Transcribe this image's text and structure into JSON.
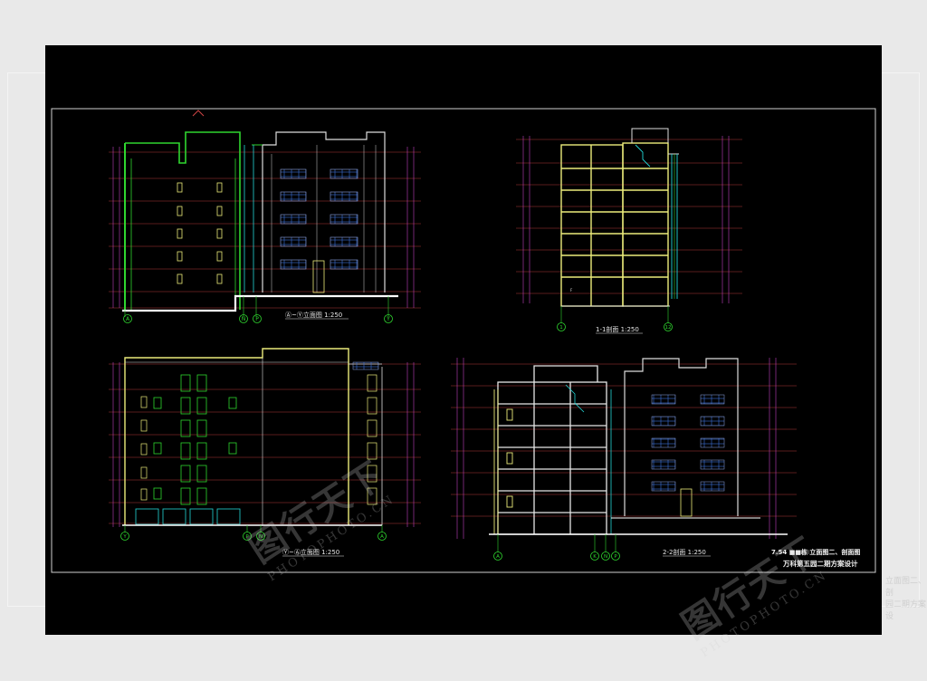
{
  "drawings": [
    {
      "title": "Ⓐ~Ⓨ立面图 1:250",
      "axis_labels": [
        "A",
        "N",
        "P",
        "Y"
      ]
    },
    {
      "title": "1-1剖面 1:250",
      "axis_labels": [
        "1",
        "12"
      ]
    },
    {
      "title": "Ⓨ~Ⓐ立面图 1:250",
      "axis_labels": [
        "Y",
        "P",
        "N",
        "A"
      ]
    },
    {
      "title": "2-2剖面 1:250",
      "axis_labels": [
        "A",
        "K",
        "N",
        "P"
      ]
    }
  ],
  "title_block": {
    "line1": "7.54  ■■栋  立面图二、剖面图",
    "line2": "万科第五园二期方案设计"
  },
  "ghost_text": [
    "立面图二、剖",
    "园二期方案设"
  ],
  "watermark": {
    "logo": "图行天下",
    "url": "PHOTOPHOTO.CN"
  },
  "colors": {
    "background": "#000000",
    "page": "#e9e9e9",
    "frame": "#cfcfcf",
    "green": "#2fd62f",
    "yellow": "#ecec7a",
    "cyan": "#22d8d8",
    "red": "#d04545",
    "magenta": "#c040c0",
    "white": "#ffffff"
  }
}
